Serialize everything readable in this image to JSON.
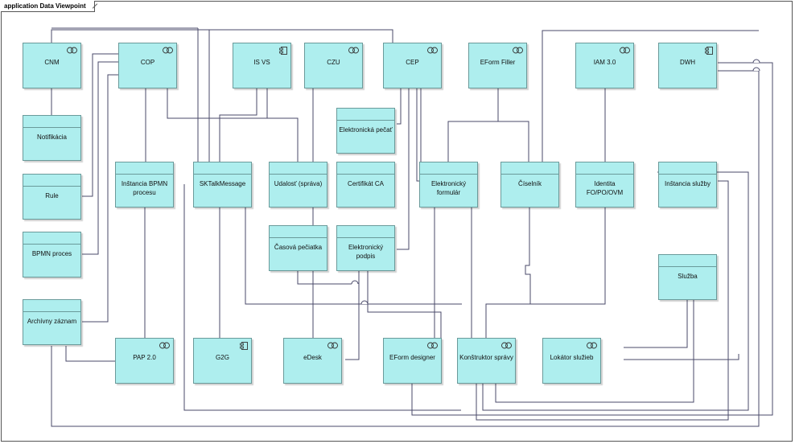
{
  "diagram": {
    "title": "application Data Viewpoint",
    "nodes": [
      {
        "id": "cnm",
        "label": "CNM",
        "kind": "component",
        "icon": "interface-icon"
      },
      {
        "id": "cop",
        "label": "COP",
        "kind": "component",
        "icon": "interface-icon"
      },
      {
        "id": "isvs",
        "label": "IS VS",
        "kind": "component",
        "icon": "component-icon"
      },
      {
        "id": "czu",
        "label": "CZU",
        "kind": "component",
        "icon": "interface-icon"
      },
      {
        "id": "cep",
        "label": "CEP",
        "kind": "component",
        "icon": "interface-icon"
      },
      {
        "id": "eformfiller",
        "label": "EForm Filler",
        "kind": "component",
        "icon": "interface-icon"
      },
      {
        "id": "iam",
        "label": "IAM 3.0",
        "kind": "component",
        "icon": "interface-icon"
      },
      {
        "id": "dwh",
        "label": "DWH",
        "kind": "component",
        "icon": "component-icon"
      },
      {
        "id": "notifikacia",
        "label": "Notifikácia",
        "kind": "object"
      },
      {
        "id": "rule",
        "label": "Rule",
        "kind": "object"
      },
      {
        "id": "bpmnproces",
        "label": "BPMN proces",
        "kind": "object"
      },
      {
        "id": "archivny",
        "label": "Archívny záznam",
        "kind": "object"
      },
      {
        "id": "instbpmn",
        "label": "Inštancia BPMN\nprocesu",
        "kind": "object"
      },
      {
        "id": "sktalk",
        "label": "SKTalkMessage",
        "kind": "object"
      },
      {
        "id": "udalost",
        "label": "Udalosť (správa)",
        "kind": "object"
      },
      {
        "id": "elpecat",
        "label": "Elektronická pečať",
        "kind": "object"
      },
      {
        "id": "certca",
        "label": "Certifikát CA",
        "kind": "object"
      },
      {
        "id": "elformular",
        "label": "Elektronický\nformulár",
        "kind": "object"
      },
      {
        "id": "ciselnik",
        "label": "Číselník",
        "kind": "object"
      },
      {
        "id": "identita",
        "label": "Identita\nFO/PO/OVM",
        "kind": "object"
      },
      {
        "id": "instsluzby",
        "label": "Inštancia služby",
        "kind": "object"
      },
      {
        "id": "casova",
        "label": "Časová pečiatka",
        "kind": "object"
      },
      {
        "id": "elpodpis",
        "label": "Elektronický podpis",
        "kind": "object"
      },
      {
        "id": "sluzba",
        "label": "Služba",
        "kind": "object"
      },
      {
        "id": "pap",
        "label": "PAP 2.0",
        "kind": "component",
        "icon": "interface-icon"
      },
      {
        "id": "g2g",
        "label": "G2G",
        "kind": "component",
        "icon": "component-icon"
      },
      {
        "id": "edesk",
        "label": "eDesk",
        "kind": "component",
        "icon": "interface-icon"
      },
      {
        "id": "eformdesigner",
        "label": "EForm designer",
        "kind": "component",
        "icon": "interface-icon"
      },
      {
        "id": "konstruktor",
        "label": "Konštruktor správy",
        "kind": "component",
        "icon": "interface-icon"
      },
      {
        "id": "lokator",
        "label": "Lokátor služieb",
        "kind": "component",
        "icon": "interface-icon"
      }
    ]
  }
}
